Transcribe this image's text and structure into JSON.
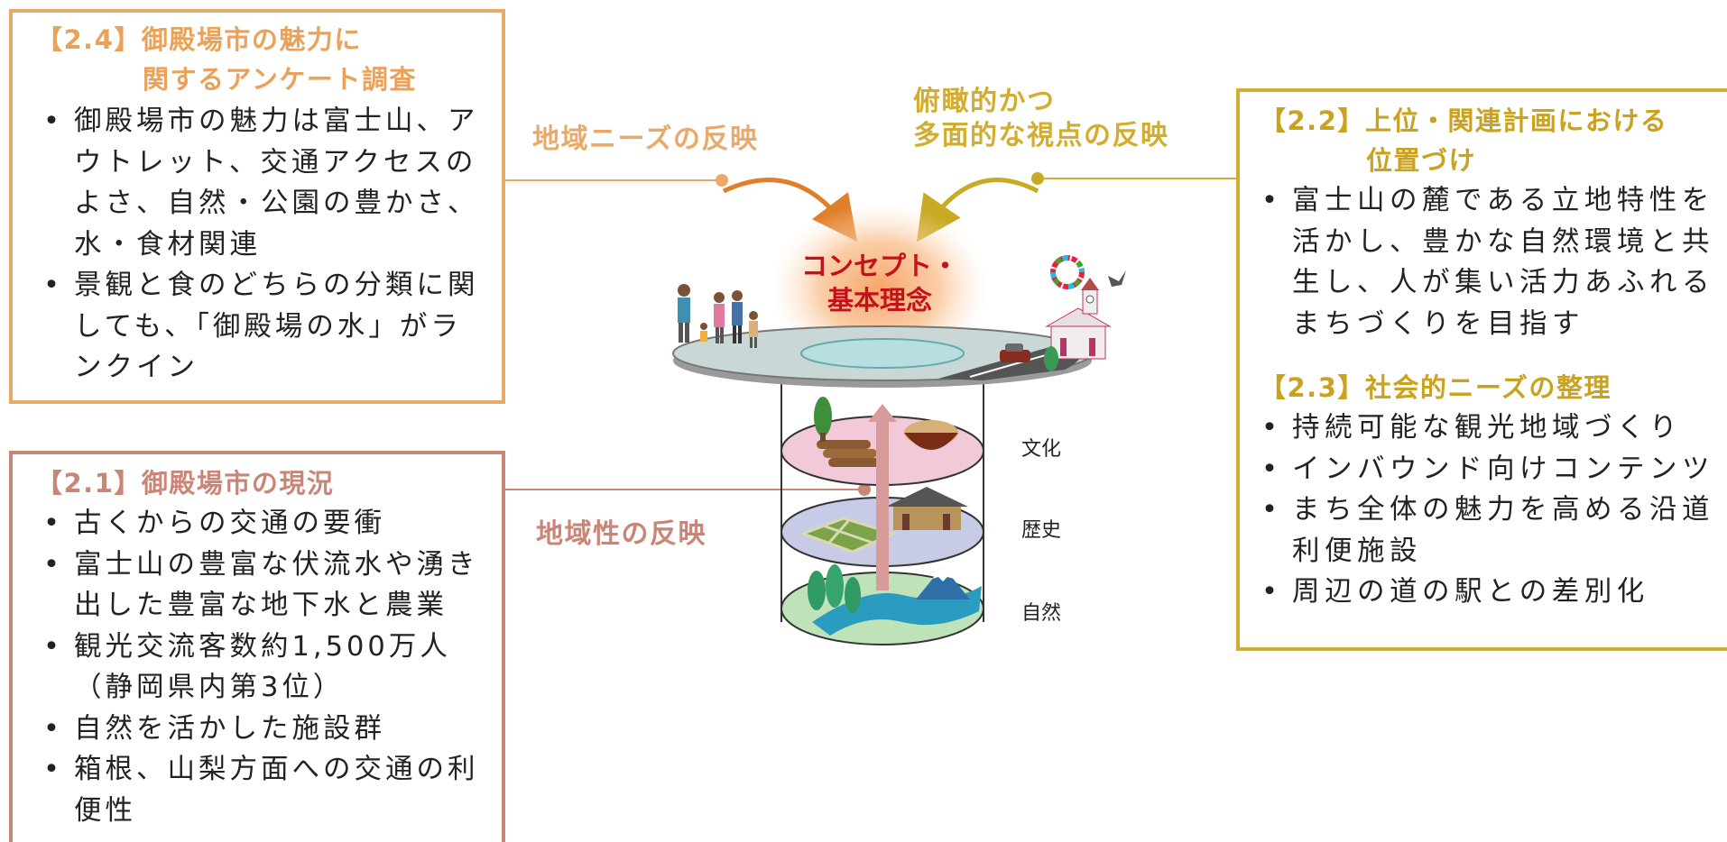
{
  "survey": {
    "title1": "【2.4】御殿場市の魅力に",
    "title2": "関するアンケート調査",
    "items": [
      "御殿場市の魅力は富士山、アウトレット、交通アクセスのよさ、自然・公園の豊かさ、水・食材関連",
      "景観と食のどちらの分類に関しても、「御殿場の水」がランクイン"
    ]
  },
  "status": {
    "title": "【2.1】御殿場市の現況",
    "items": [
      "古くからの交通の要衝",
      "富士山の豊富な伏流水や湧き出した豊富な地下水と農業",
      "観光交流客数約1,500万人（静岡県内第3位）",
      "自然を活かした施設群",
      "箱根、山梨方面への交通の利便性"
    ]
  },
  "plan": {
    "title1": "【2.2】上位・関連計画における",
    "title2": "位置づけ",
    "items": [
      "富士山の麓である立地特性を活かし、豊かな自然環境と共生し、人が集い活力あふれるまちづくりを目指す"
    ],
    "social_title": "【2.3】社会的ニーズの整理",
    "social_items": [
      "持続可能な観光地域づくり",
      "インバウンド向けコンテンツ",
      "まち全体の魅力を高める沿道利便施設",
      "周辺の道の駅との差別化"
    ]
  },
  "labels": {
    "regional_needs": "地域ニーズの反映",
    "overview_line1": "俯瞰的かつ",
    "overview_line2": "多面的な視点の反映",
    "locality": "地域性の反映"
  },
  "concept": {
    "line1": "コンセプト・",
    "line2": "基本理念"
  },
  "layers": {
    "culture": "文化",
    "history": "歴史",
    "nature": "自然"
  },
  "colors": {
    "survey": "#e9a96a",
    "status": "#c98677",
    "plan": "#d2ad2f",
    "concept_text": "#c4121b"
  },
  "icons": [
    "people-group-icon",
    "sdgs-wheel-icon",
    "bird-icon",
    "church-building-icon",
    "car-icon",
    "tree-icon",
    "food-bowl-icon",
    "logs-icon",
    "shrine-icon",
    "rice-field-icon",
    "mount-fuji-icon",
    "river-icon",
    "up-arrow-icon"
  ]
}
